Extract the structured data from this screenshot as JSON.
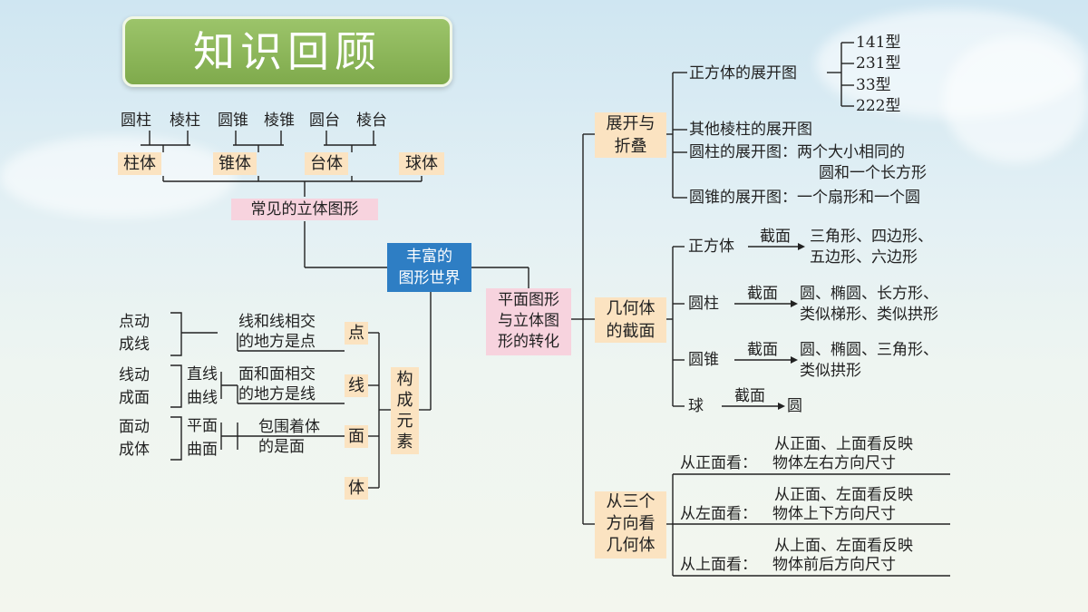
{
  "title": "知识回顾",
  "center": {
    "line1": "丰富的",
    "line2": "图形世界"
  },
  "common_solids": {
    "label": "常见的立体图形",
    "top_items": [
      "圆柱",
      "棱柱",
      "圆锥",
      "棱锥",
      "圆台",
      "棱台"
    ],
    "categories": [
      "柱体",
      "锥体",
      "台体",
      "球体"
    ]
  },
  "elements": {
    "label": [
      "构",
      "成",
      "元",
      "素"
    ],
    "nodes": [
      "点",
      "线",
      "面",
      "体"
    ],
    "motion": [
      [
        "点动",
        "成线"
      ],
      [
        "线动",
        "成面"
      ],
      [
        "面动",
        "成体"
      ]
    ],
    "line_types": [
      "直线",
      "曲线"
    ],
    "surface_types": [
      "平面",
      "曲面"
    ],
    "desc_point": [
      "线和线相交",
      "的地方是点"
    ],
    "desc_line": [
      "面和面相交",
      "的地方是线"
    ],
    "desc_surface": [
      "包围着体",
      "的是面"
    ]
  },
  "transform": {
    "label": [
      "平面图形",
      "与立体图",
      "形的转化"
    ],
    "unfold": {
      "label": [
        "展开与",
        "折叠"
      ],
      "cube": "正方体的展开图",
      "cube_types": [
        "141型",
        "231型",
        "33型",
        "222型"
      ],
      "prism": "其他棱柱的展开图",
      "cylinder": [
        "圆柱的展开图：两个大小相同的",
        "圆和一个长方形"
      ],
      "cone": "圆锥的展开图：一个扇形和一个圆"
    },
    "sections": {
      "label": [
        "几何体",
        "的截面"
      ],
      "arrow_label": "截面",
      "cube": {
        "name": "正方体",
        "result": [
          "三角形、四边形、",
          "五边形、六边形"
        ]
      },
      "cylinder": {
        "name": "圆柱",
        "result": [
          "圆、椭圆、长方形、",
          "类似梯形、类似拱形"
        ]
      },
      "cone": {
        "name": "圆锥",
        "result": [
          "圆、椭圆、三角形、",
          "类似拱形"
        ]
      },
      "sphere": {
        "name": "球",
        "result": [
          "圆"
        ]
      }
    },
    "views": {
      "label": [
        "从三个",
        "方向看",
        "几何体"
      ],
      "front": {
        "name": "从正面看：",
        "line1": "从正面、上面看反映",
        "line2": "物体左右方向尺寸"
      },
      "left": {
        "name": "从左面看：",
        "line1": "从正面、左面看反映",
        "line2": "物体上下方向尺寸"
      },
      "top": {
        "name": "从上面看：",
        "line1": "从上面、左面看反映",
        "line2": "物体前后方向尺寸"
      }
    }
  },
  "colors": {
    "title_green": "#8cb85a",
    "center_blue": "#2e7ec4",
    "orange_bg": "#fbe3c1",
    "pink_bg": "#f7d3de"
  }
}
